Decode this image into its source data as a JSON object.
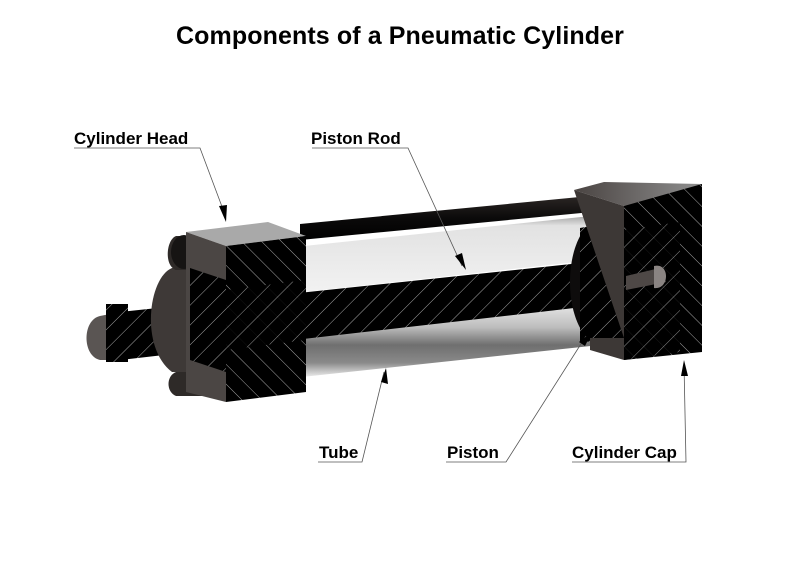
{
  "diagram": {
    "title": "Components of a Pneumatic Cylinder",
    "labels": {
      "cylinder_head": "Cylinder Head",
      "piston_rod": "Piston Rod",
      "tube": "Tube",
      "piston": "Piston",
      "cylinder_cap": "Cylinder Cap"
    },
    "colors": {
      "section_fill": "#000000",
      "hatch": "#cfcfcf",
      "metal_dark": "#3a3533",
      "metal_mid": "#5e5855",
      "tube_light": "#e6e6e6",
      "tube_shadow": "#7a7a7a",
      "leader": "#555555"
    }
  }
}
